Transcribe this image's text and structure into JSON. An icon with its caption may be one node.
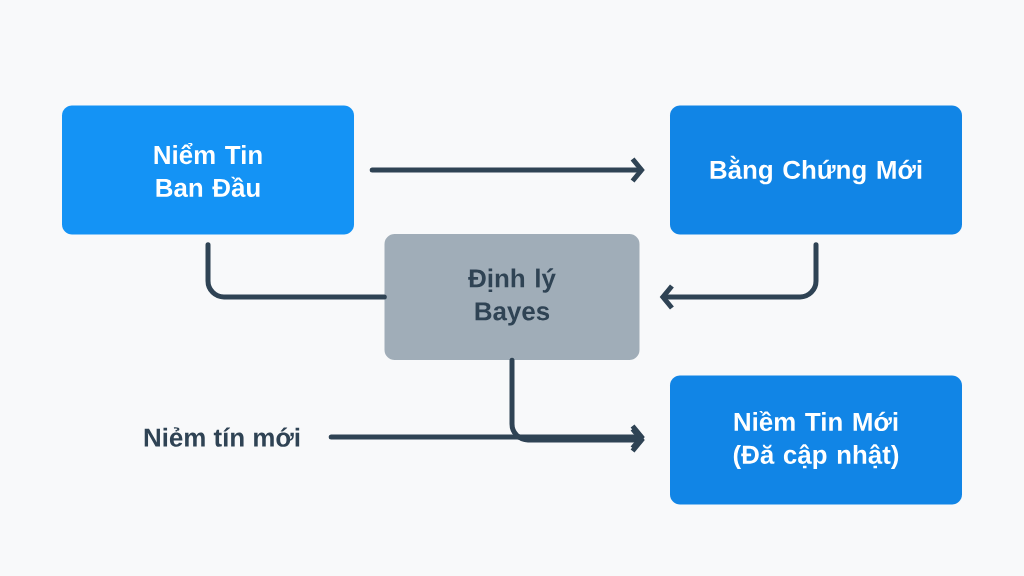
{
  "diagram": {
    "nodes": [
      {
        "text": [
          "Niểm Tin Ban Đầu"
        ]
      },
      {
        "text": [
          "Bằng Chứng Mới"
        ]
      },
      {
        "text": [
          "Định lý Bayes"
        ]
      },
      {
        "text": [
          "Niẻm tín mới"
        ]
      },
      {
        "text": [
          "Niềm Tin Mới (Đă cập nhật)"
        ]
      }
    ],
    "edges": [
      {
        "from": 0,
        "to": 1,
        "arrow": "to"
      },
      {
        "from": 0,
        "to": 2,
        "arrow": "none"
      },
      {
        "from": 1,
        "to": 2,
        "arrow": "to"
      },
      {
        "from": 2,
        "to": 4,
        "arrow": "to"
      },
      {
        "from": 3,
        "to": 4,
        "arrow": "to"
      }
    ]
  }
}
